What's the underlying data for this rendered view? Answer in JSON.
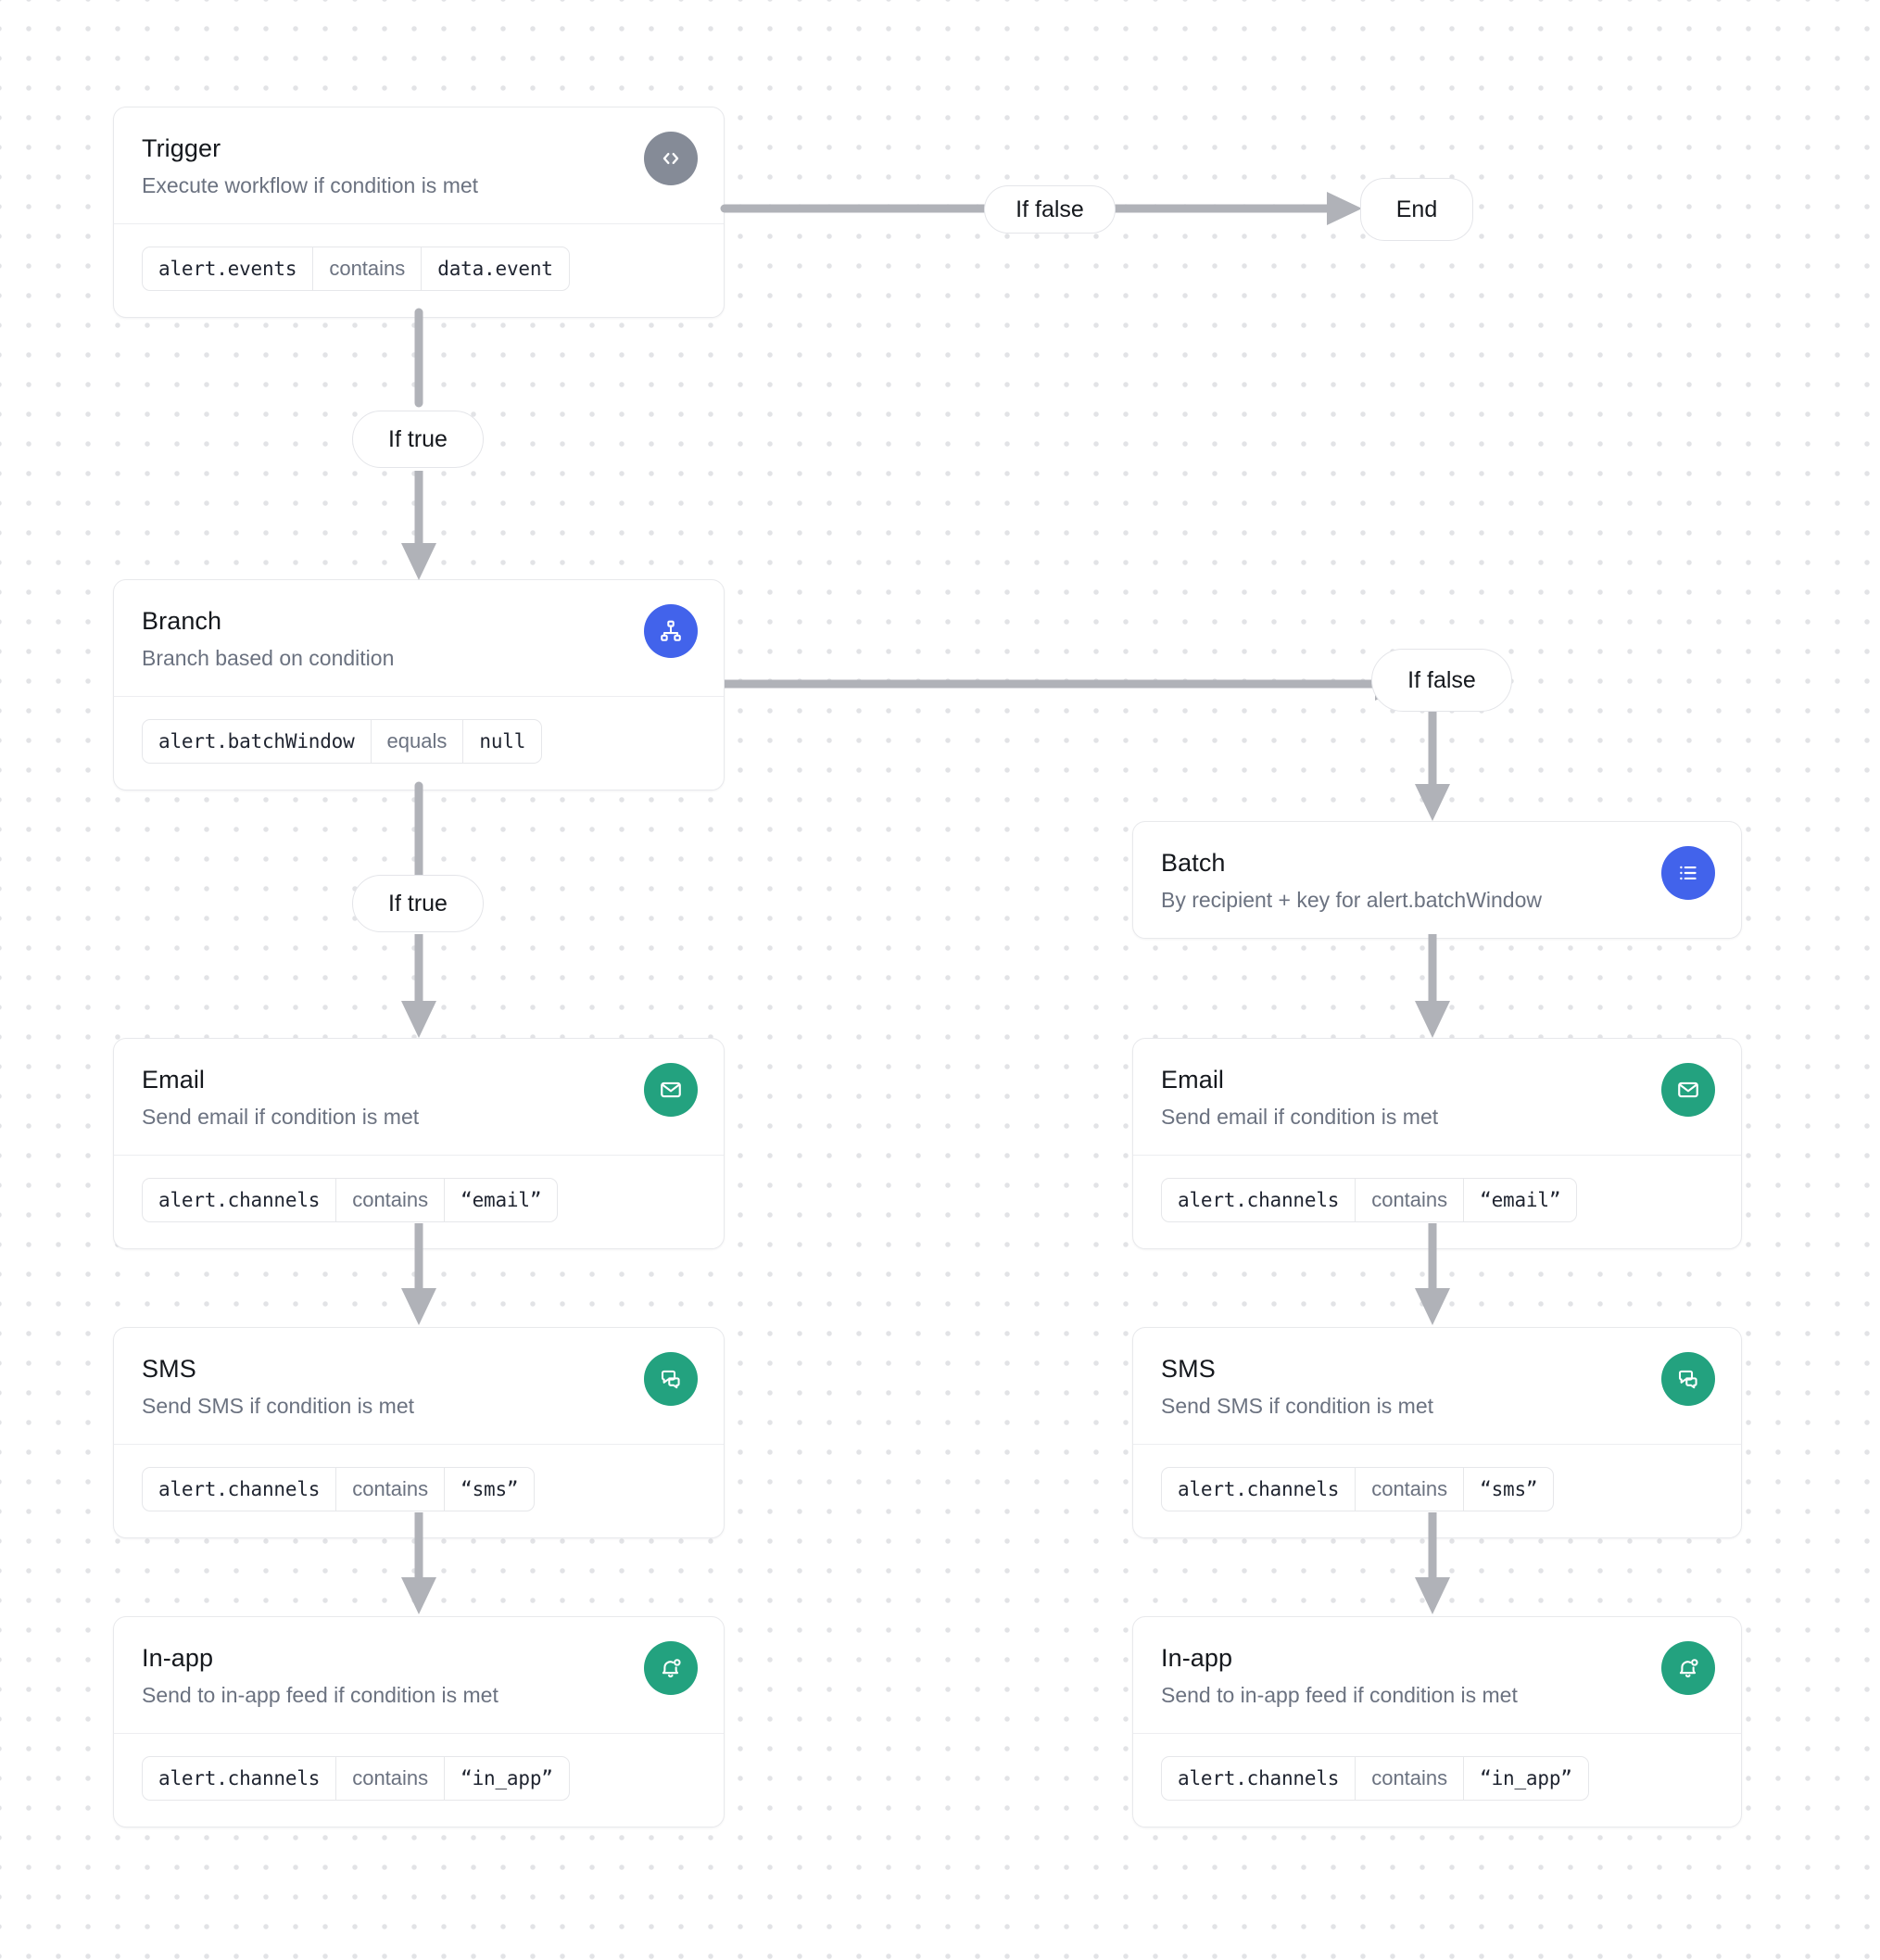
{
  "canvas": {
    "background": "#ffffff",
    "dot_color": "#e2e3e6",
    "accent_blue": "#4263eb",
    "accent_green": "#23a27f",
    "accent_gray": "#858b97",
    "edge_color": "#b0b2b8"
  },
  "nodes": {
    "trigger": {
      "title": "Trigger",
      "subtitle": "Execute workflow if condition is met",
      "icon": "code-brackets-icon",
      "icon_color": "#858b97",
      "condition": {
        "field": "alert.events",
        "operator": "contains",
        "value": "data.event"
      }
    },
    "branch": {
      "title": "Branch",
      "subtitle": "Branch based on condition",
      "icon": "sitemap-icon",
      "icon_color": "#4263eb",
      "condition": {
        "field": "alert.batchWindow",
        "operator": "equals",
        "value": "null"
      }
    },
    "batch": {
      "title": "Batch",
      "subtitle": "By recipient + key for alert.batchWindow",
      "icon": "list-icon",
      "icon_color": "#4263eb",
      "condition": null
    },
    "email_left": {
      "title": "Email",
      "subtitle": "Send email if condition is met",
      "icon": "envelope-icon",
      "icon_color": "#23a27f",
      "condition": {
        "field": "alert.channels",
        "operator": "contains",
        "value": "“email”"
      }
    },
    "sms_left": {
      "title": "SMS",
      "subtitle": "Send SMS if condition is met",
      "icon": "chat-bubbles-icon",
      "icon_color": "#23a27f",
      "condition": {
        "field": "alert.channels",
        "operator": "contains",
        "value": "“sms”"
      }
    },
    "inapp_left": {
      "title": "In-app",
      "subtitle": "Send to in-app feed if condition is met",
      "icon": "bell-dot-icon",
      "icon_color": "#23a27f",
      "condition": {
        "field": "alert.channels",
        "operator": "contains",
        "value": "“in_app”"
      }
    },
    "email_right": {
      "title": "Email",
      "subtitle": "Send email if condition is met",
      "icon": "envelope-icon",
      "icon_color": "#23a27f",
      "condition": {
        "field": "alert.channels",
        "operator": "contains",
        "value": "“email”"
      }
    },
    "sms_right": {
      "title": "SMS",
      "subtitle": "Send SMS if condition is met",
      "icon": "chat-bubbles-icon",
      "icon_color": "#23a27f",
      "condition": {
        "field": "alert.channels",
        "operator": "contains",
        "value": "“sms”"
      }
    },
    "inapp_right": {
      "title": "In-app",
      "subtitle": "Send to in-app feed if condition is met",
      "icon": "bell-dot-icon",
      "icon_color": "#23a27f",
      "condition": {
        "field": "alert.channels",
        "operator": "contains",
        "value": "“in_app”"
      }
    }
  },
  "pills": {
    "trigger_false": "If false",
    "trigger_end": "End",
    "trigger_true": "If true",
    "branch_false": "If false",
    "branch_true": "If true"
  }
}
